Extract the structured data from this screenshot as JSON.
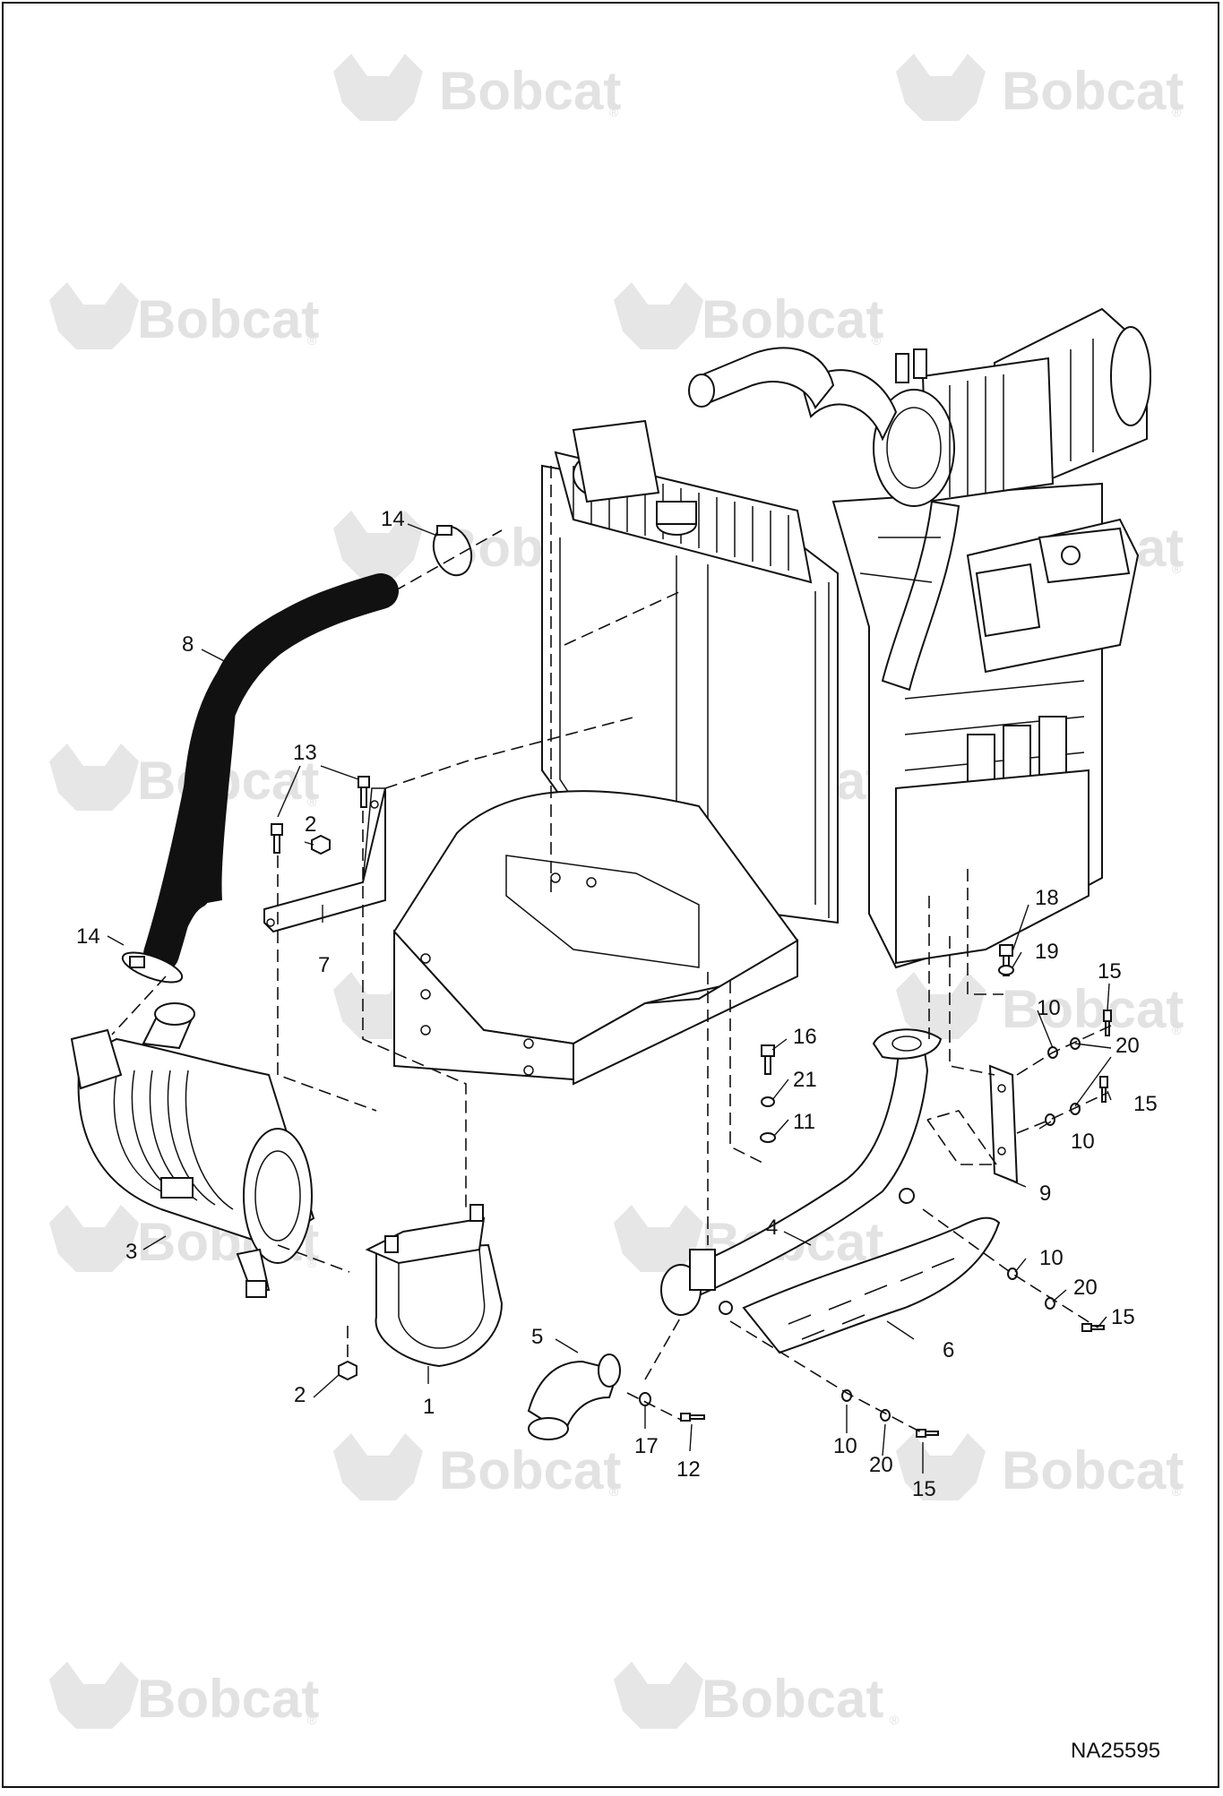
{
  "watermark": {
    "brand": "Bobcat",
    "mark": "®"
  },
  "document_number": "NA25595",
  "callouts": {
    "c1": "1",
    "c2a": "2",
    "c2b": "2",
    "c3": "3",
    "c4": "4",
    "c5": "5",
    "c6": "6",
    "c7": "7",
    "c8": "8",
    "c9": "9",
    "c10a": "10",
    "c10b": "10",
    "c10c": "10",
    "c10d": "10",
    "c11": "11",
    "c12": "12",
    "c13": "13",
    "c14a": "14",
    "c14b": "14",
    "c15a": "15",
    "c15b": "15",
    "c15c": "15",
    "c15d": "15",
    "c16": "16",
    "c17": "17",
    "c18": "18",
    "c19": "19",
    "c20a": "20",
    "c20b": "20",
    "c20c": "20",
    "c21": "21"
  }
}
